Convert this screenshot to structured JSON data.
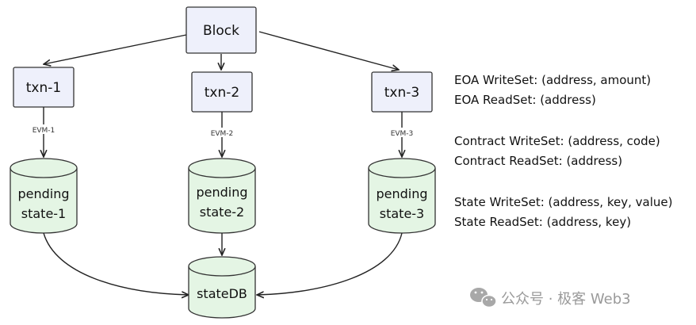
{
  "diagram": {
    "block": {
      "label": "Block"
    },
    "transactions": [
      {
        "label": "txn-1",
        "evm": "EVM-1",
        "pending_line1": "pending",
        "pending_line2": "state-1"
      },
      {
        "label": "txn-2",
        "evm": "EVM-2",
        "pending_line1": "pending",
        "pending_line2": "state-2"
      },
      {
        "label": "txn-3",
        "evm": "EVM-3",
        "pending_line1": "pending",
        "pending_line2": "state-3"
      }
    ],
    "statedb": {
      "label": "stateDB"
    }
  },
  "legend": {
    "eoa_writeset": "EOA WriteSet: (address, amount)",
    "eoa_readset": "EOA ReadSet: (address)",
    "contract_writeset": "Contract WriteSet: (address, code)",
    "contract_readset": "Contract ReadSet: (address)",
    "state_writeset": "State WriteSet: (address, key, value)",
    "state_readset": "State ReadSet: (address, key)"
  },
  "watermark": {
    "text": "公众号 · 极客 Web3"
  },
  "colors": {
    "box_fill": "#eef0fb",
    "cylinder_fill": "#e4f5e4",
    "stroke": "#333333"
  }
}
